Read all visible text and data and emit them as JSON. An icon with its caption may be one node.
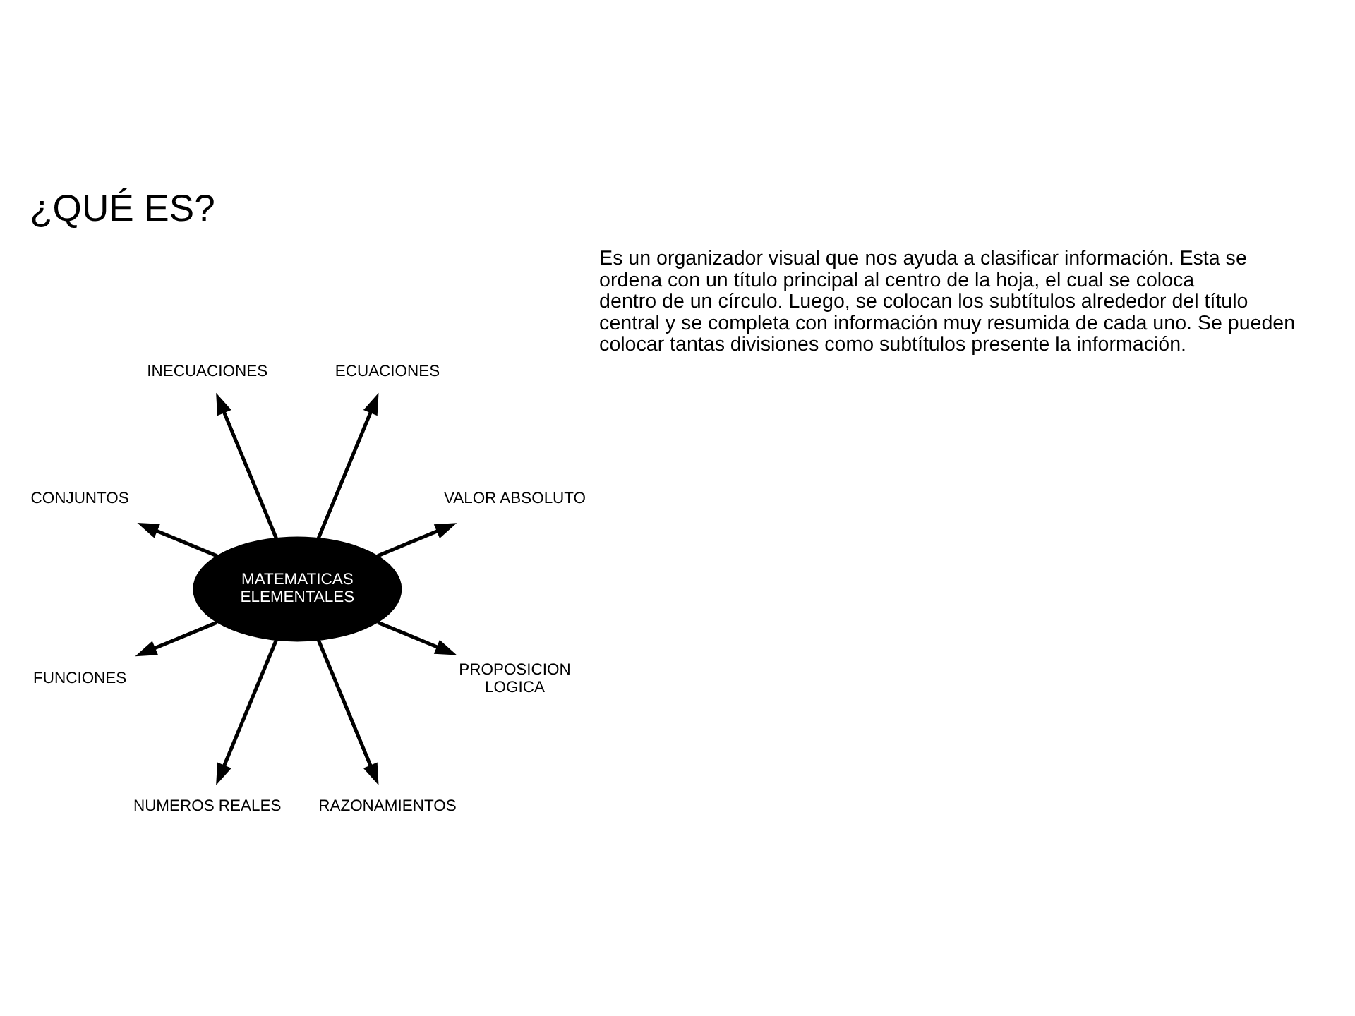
{
  "diagram": {
    "title": "¿QUÉ ES?",
    "nodes": [
      {
        "text": [
          "MATEMATICAS ELEMENTALES"
        ]
      },
      {
        "text": [
          "VALOR ABSOLUTO"
        ]
      },
      {
        "text": [
          "ECUACIONES"
        ]
      },
      {
        "text": [
          "INECUACIONES"
        ]
      },
      {
        "text": [
          "CONJUNTOS"
        ]
      },
      {
        "text": [
          "FUNCIONES"
        ]
      },
      {
        "text": [
          "NUMEROS REALES"
        ]
      },
      {
        "text": [
          "RAZONAMIENTOS"
        ]
      },
      {
        "text": [
          "PROPOSICION LOGICA"
        ]
      }
    ],
    "edges": [
      {
        "from": 0,
        "to": 1,
        "arrow": "to"
      },
      {
        "from": 0,
        "to": 2,
        "arrow": "to"
      },
      {
        "from": 0,
        "to": 3,
        "arrow": "to"
      },
      {
        "from": 0,
        "to": 4,
        "arrow": "to"
      },
      {
        "from": 0,
        "to": 5,
        "arrow": "to"
      },
      {
        "from": 0,
        "to": 6,
        "arrow": "to"
      },
      {
        "from": 0,
        "to": 7,
        "arrow": "to"
      },
      {
        "from": 0,
        "to": 8,
        "arrow": "to"
      }
    ],
    "labels": [
      "Es un organizador visual que nos ayuda a clasificar información. Esta se ordena con un título principal al centro de la hoja, el cual se coloca dentro de un círculo. Luego, se colocan los subtítulos alrededor del título central y se completa con información muy resumida de cada uno. Se pueden colocar tantas divisiones como subtítulos presente la información."
    ]
  }
}
